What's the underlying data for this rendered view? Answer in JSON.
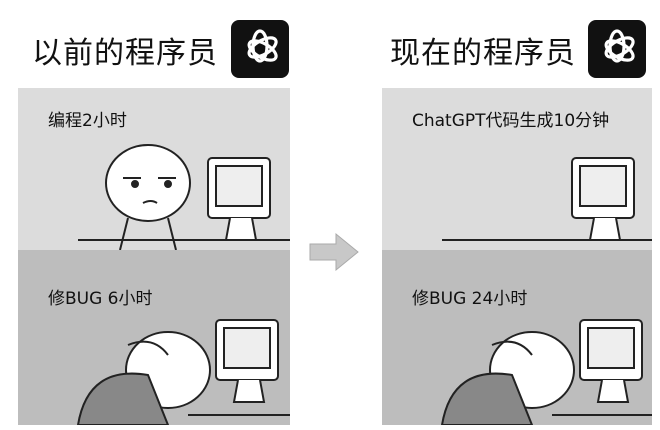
{
  "left": {
    "title": "以前的程序员",
    "top_caption": "编程2小时",
    "bottom_caption": "修BUG 6小时"
  },
  "right": {
    "title": "现在的程序员",
    "top_caption": "ChatGPT代码生成10分钟",
    "bottom_caption": "修BUG 24小时"
  },
  "icons": {
    "logo": "openai-logo-icon",
    "arrow": "arrow-right-icon"
  }
}
